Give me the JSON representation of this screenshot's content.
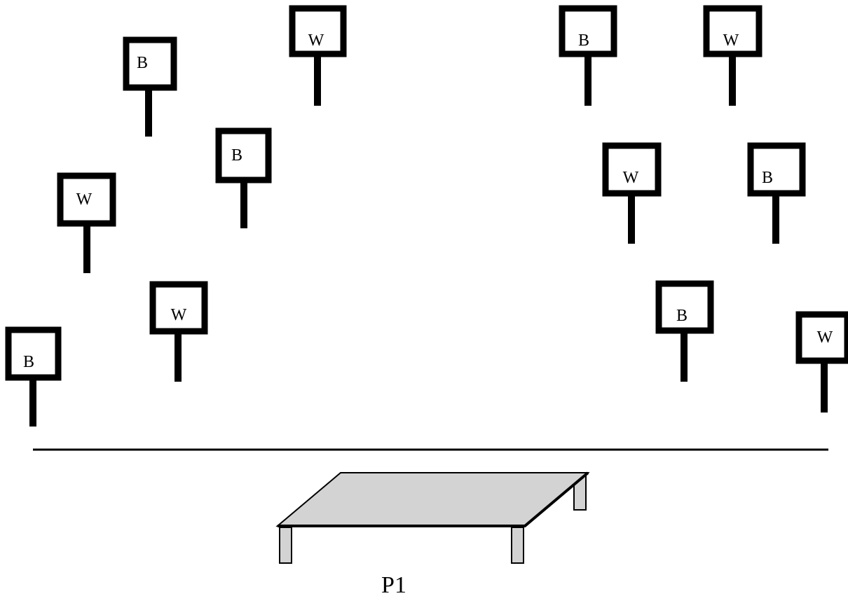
{
  "colors": {
    "ink": "#000000",
    "table_top": "#d3d3d3",
    "background": "#ffffff"
  },
  "signs_left": [
    {
      "label": "B"
    },
    {
      "label": "W"
    },
    {
      "label": "B"
    },
    {
      "label": "W"
    },
    {
      "label": "W"
    },
    {
      "label": "B"
    }
  ],
  "signs_right": [
    {
      "label": "B"
    },
    {
      "label": "W"
    },
    {
      "label": "W"
    },
    {
      "label": "B"
    },
    {
      "label": "B"
    },
    {
      "label": "W"
    }
  ],
  "table": {
    "label": "P1"
  }
}
